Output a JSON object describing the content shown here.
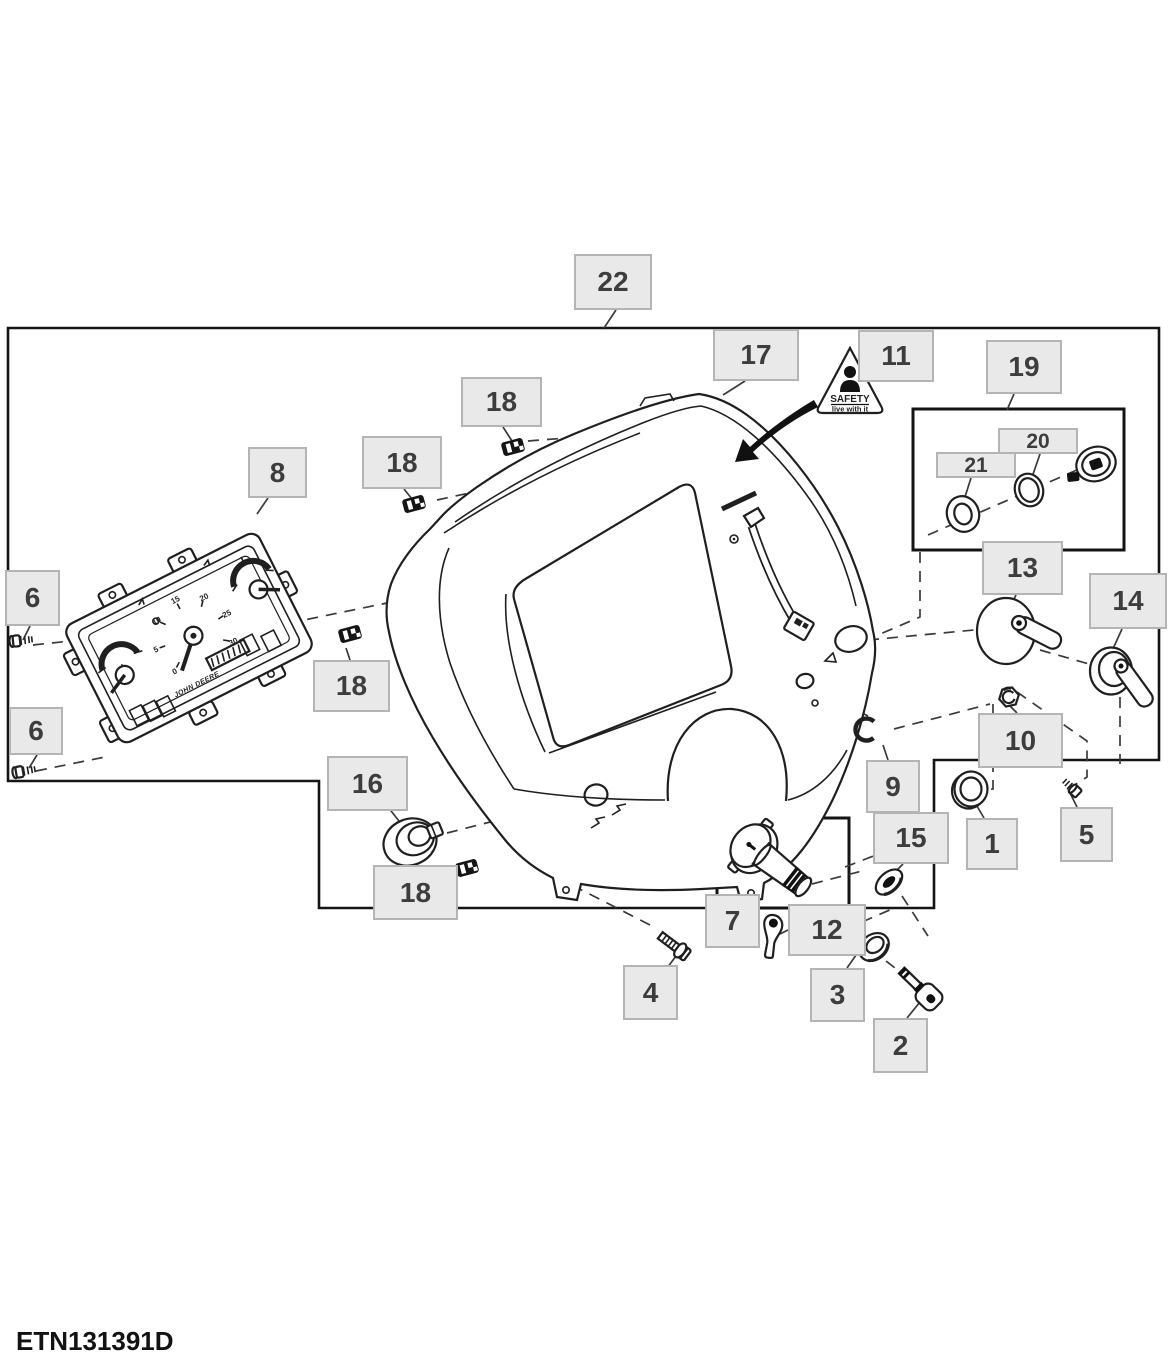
{
  "figure": {
    "drawing_number": "ETN131391D"
  },
  "safety_decal": {
    "title": "SAFETY",
    "subtitle": "live with it"
  },
  "cluster": {
    "brand": "JOHN DEERE",
    "tach_ticks": [
      "0",
      "5",
      "10",
      "15",
      "20",
      "25",
      "30"
    ]
  },
  "callouts": [
    {
      "part": "22",
      "n": "22"
    },
    {
      "part": "17",
      "n": "17"
    },
    {
      "part": "11",
      "n": "11"
    },
    {
      "part": "19",
      "n": "19"
    },
    {
      "part": "18",
      "n": "18"
    },
    {
      "part": "18",
      "n": "18"
    },
    {
      "part": "8",
      "n": "8"
    },
    {
      "part": "20",
      "n": "20"
    },
    {
      "part": "21",
      "n": "21"
    },
    {
      "part": "13",
      "n": "13"
    },
    {
      "part": "14",
      "n": "14"
    },
    {
      "part": "6",
      "n": "6"
    },
    {
      "part": "18",
      "n": "18"
    },
    {
      "part": "6",
      "n": "6"
    },
    {
      "part": "16",
      "n": "16"
    },
    {
      "part": "10",
      "n": "10"
    },
    {
      "part": "9",
      "n": "9"
    },
    {
      "part": "1",
      "n": "1"
    },
    {
      "part": "5",
      "n": "5"
    },
    {
      "part": "15",
      "n": "15"
    },
    {
      "part": "18",
      "n": "18"
    },
    {
      "part": "7",
      "n": "7"
    },
    {
      "part": "12",
      "n": "12"
    },
    {
      "part": "4",
      "n": "4"
    },
    {
      "part": "3",
      "n": "3"
    },
    {
      "part": "2",
      "n": "2"
    }
  ]
}
